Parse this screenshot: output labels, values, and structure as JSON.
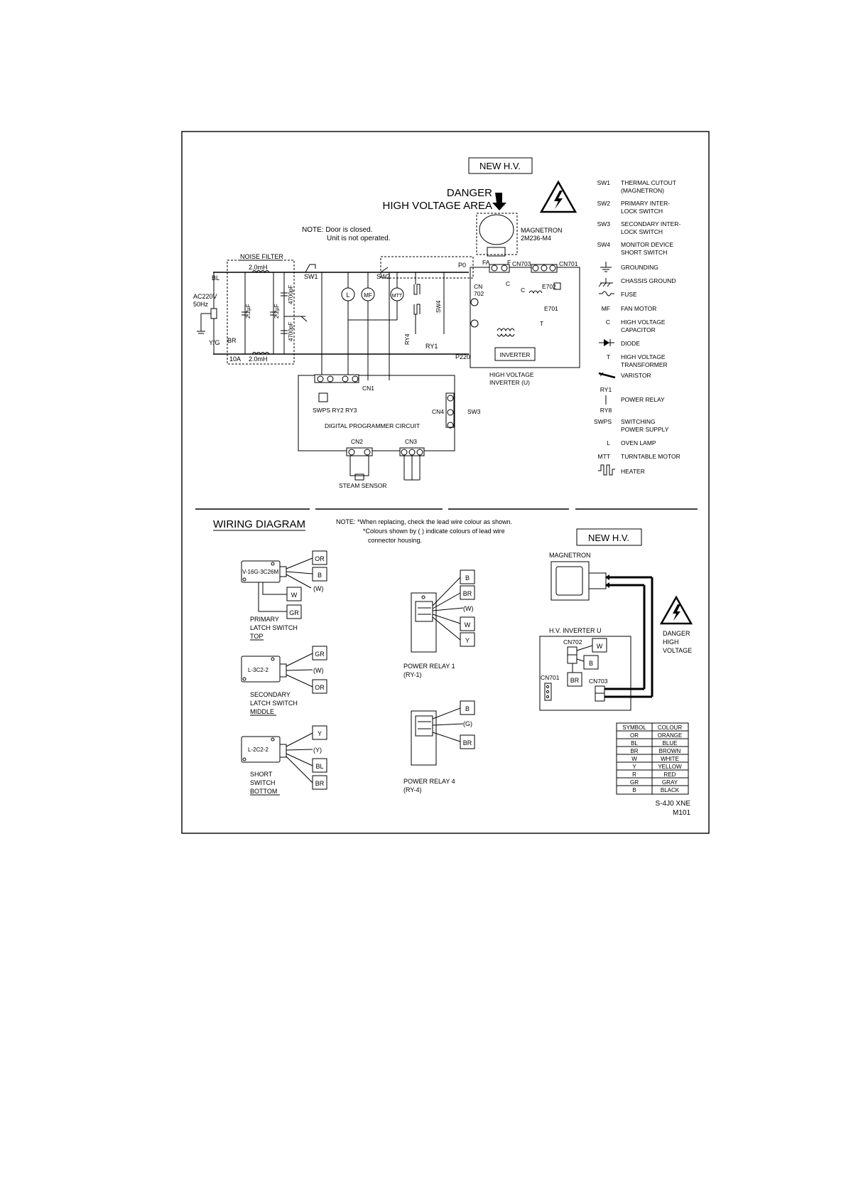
{
  "badges": {
    "new_hv_top": "NEW H.V.",
    "new_hv_bottom": "NEW H.V."
  },
  "danger": {
    "line1": "DANGER",
    "line2": "HIGH VOLTAGE AREA"
  },
  "note_top": {
    "line1": "NOTE: Door is closed.",
    "line2": "Unit is not operated."
  },
  "schematic": {
    "noise_filter": "NOISE FILTER",
    "ind1": "2.0mH",
    "ind2": "2.0mH",
    "bl": "BL",
    "br": "BR",
    "yg": "Y/G",
    "ac1": "AC220V",
    "ac2": "50Hz",
    "fuse": "10A",
    "cap1": "2.2µF",
    "cap2": "2.2µF",
    "cap3": "4700pF",
    "cap4": "4700pF",
    "sw1": "SW1",
    "sw2": "SW2",
    "sw3": "SW3",
    "sw4": "SW4",
    "p0": "P0",
    "p220": "P220",
    "ry1": "RY1",
    "ry4": "RY4",
    "lamp": "L",
    "fan": "MF",
    "tt": "MTT",
    "fa": "FA",
    "f": "F",
    "cn703": "CN703",
    "cn701": "CN701",
    "cn702a": "CN",
    "cn702b": "702",
    "e702": "E702",
    "e701": "E701",
    "c": "C",
    "t": "T",
    "inverter": "INVERTER",
    "magnetron1": "MAGNETRON",
    "magnetron2": "2M236-M4",
    "hv_inverter1": "HIGH VOLTAGE",
    "hv_inverter2": "INVERTER (U)",
    "cn1": "CN1",
    "cn2": "CN2",
    "cn3": "CN3",
    "cn4": "CN4",
    "swps_row": "SWPS RY2 RY3",
    "dpc": "DIGITAL PROGRAMMER CIRCUIT",
    "steam": "STEAM SENSOR"
  },
  "legend": [
    {
      "sym": "SW1",
      "desc": [
        "THERMAL CUTOUT",
        "(MAGNETRON)"
      ]
    },
    {
      "sym": "SW2",
      "desc": [
        "PRIMARY INTER-",
        "LOCK SWITCH"
      ]
    },
    {
      "sym": "SW3",
      "desc": [
        "SECONDARY INTER-",
        "LOCK SWITCH"
      ]
    },
    {
      "sym": "SW4",
      "desc": [
        "MONITOR DEVICE",
        "SHORT SWITCH"
      ]
    },
    {
      "sym": "",
      "desc": [
        "GROUNDING"
      ]
    },
    {
      "sym": "",
      "desc": [
        "CHASSIS GROUND"
      ]
    },
    {
      "sym": "",
      "desc": [
        "FUSE"
      ]
    },
    {
      "sym": "MF",
      "desc": [
        "FAN MOTOR"
      ]
    },
    {
      "sym": "C",
      "desc": [
        "HIGH VOLTAGE",
        "CAPACITOR"
      ]
    },
    {
      "sym": "",
      "desc": [
        "DIODE"
      ]
    },
    {
      "sym": "T",
      "desc": [
        "HIGH VOLTAGE",
        "TRANSFORMER"
      ]
    },
    {
      "sym": "",
      "desc": [
        "VARISTOR"
      ]
    },
    {
      "sym": "RY1",
      "desc": [
        "POWER RELAY"
      ]
    },
    {
      "sym": "SWPS",
      "desc": [
        "SWITCHING",
        "POWER SUPPLY"
      ]
    },
    {
      "sym": "L",
      "desc": [
        "OVEN LAMP"
      ]
    },
    {
      "sym": "MTT",
      "desc": [
        "TURNTABLE MOTOR"
      ]
    },
    {
      "sym": "",
      "desc": [
        "HEATER"
      ]
    }
  ],
  "legend_ry8": "RY8",
  "wiring": {
    "title": "WIRING DIAGRAM",
    "note": [
      "NOTE:  *When replacing, check the lead wire colour as shown.",
      "*Colours shown by (    ) indicate colours of lead wire",
      "connector housing."
    ],
    "primary": {
      "part": "V-16G-3C26M",
      "labels": [
        "OR",
        "B",
        "(W)",
        "W",
        "GR"
      ],
      "name": [
        "PRIMARY",
        "LATCH SWITCH",
        "TOP"
      ]
    },
    "secondary": {
      "part": "L-3C2-2",
      "labels": [
        "GR",
        "(W)",
        "OR"
      ],
      "name": [
        "SECONDARY",
        "LATCH SWITCH",
        "MIDDLE"
      ]
    },
    "short": {
      "part": "L-2C2-2",
      "labels": [
        "Y",
        "(Y)",
        "BL",
        "BR"
      ],
      "name": [
        "SHORT",
        "SWITCH",
        "BOTTOM"
      ]
    },
    "relay1": {
      "labels": [
        "B",
        "BR",
        "(W)",
        "W",
        "Y"
      ],
      "name": [
        "POWER RELAY 1",
        "(RY-1)"
      ]
    },
    "relay4": {
      "labels": [
        "B",
        "(G)",
        "BR"
      ],
      "name": [
        "POWER RELAY 4",
        "(RY-4)"
      ]
    },
    "magnetron": "MAGNETRON",
    "hv_inverter": "H.V. INVERTER U",
    "cn702": "CN702",
    "cn701": "CN701",
    "cn703": "CN703",
    "inv_w": "W",
    "inv_b": "B",
    "inv_br": "BR",
    "danger": [
      "DANGER",
      "HIGH",
      "VOLTAGE"
    ]
  },
  "colour_table": {
    "headers": [
      "SYMBOL",
      "COLOUR"
    ],
    "rows": [
      [
        "OR",
        "ORANGE"
      ],
      [
        "BL",
        "BLUE"
      ],
      [
        "BR",
        "BROWN"
      ],
      [
        "W",
        "WHITE"
      ],
      [
        "Y",
        "YELLOW"
      ],
      [
        "R",
        "RED"
      ],
      [
        "GR",
        "GRAY"
      ],
      [
        "B",
        "BLACK"
      ]
    ]
  },
  "footer": {
    "model": "S-4J0 XNE",
    "code": "M101"
  }
}
